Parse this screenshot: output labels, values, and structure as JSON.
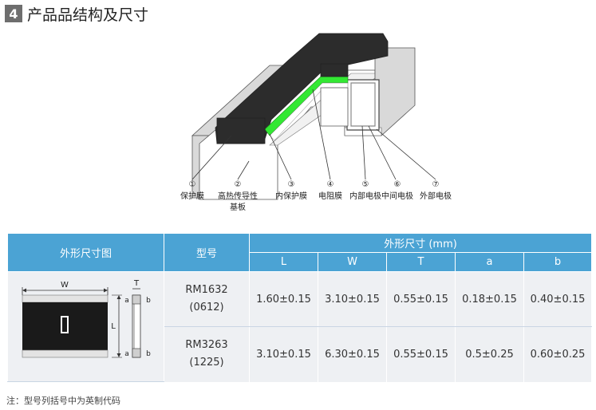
{
  "section": {
    "number": "4",
    "title": "产品品结构及尺寸"
  },
  "diagram": {
    "labels": [
      {
        "num": "①",
        "text": "保护膜"
      },
      {
        "num": "②",
        "text": "高热传导性",
        "text2": "基板"
      },
      {
        "num": "③",
        "text": "内保护膜"
      },
      {
        "num": "④",
        "text": "电阻膜"
      },
      {
        "num": "⑤",
        "text": "内部电极"
      },
      {
        "num": "⑥",
        "text": "中间电极"
      },
      {
        "num": "⑦",
        "text": "外部电极"
      }
    ],
    "colors": {
      "body": "#2c2c2c",
      "film": "#33e833",
      "frame": "#d9d9d9",
      "substrate": "#ffffff"
    }
  },
  "table": {
    "header_dim_figure": "外形尺寸图",
    "header_model": "型号",
    "header_size": "外形尺寸 (mm)",
    "columns": [
      "L",
      "W",
      "T",
      "a",
      "b"
    ],
    "rows": [
      {
        "model": "RM1632",
        "code": "(0612)",
        "values": [
          "1.60±0.15",
          "3.10±0.15",
          "0.55±0.15",
          "0.18±0.15",
          "0.40±0.15"
        ]
      },
      {
        "model": "RM3263",
        "code": "(1225)",
        "values": [
          "3.10±0.15",
          "6.30±0.15",
          "0.55±0.15",
          "0.5±0.25",
          "0.60±0.25"
        ]
      }
    ],
    "dim_labels": {
      "W": "W",
      "L": "L",
      "T": "T",
      "a": "a",
      "b": "b"
    },
    "colors": {
      "header": "#4ba3d4",
      "cell": "#eef0f3"
    }
  },
  "note": "注：型号列括号中为英制代码"
}
